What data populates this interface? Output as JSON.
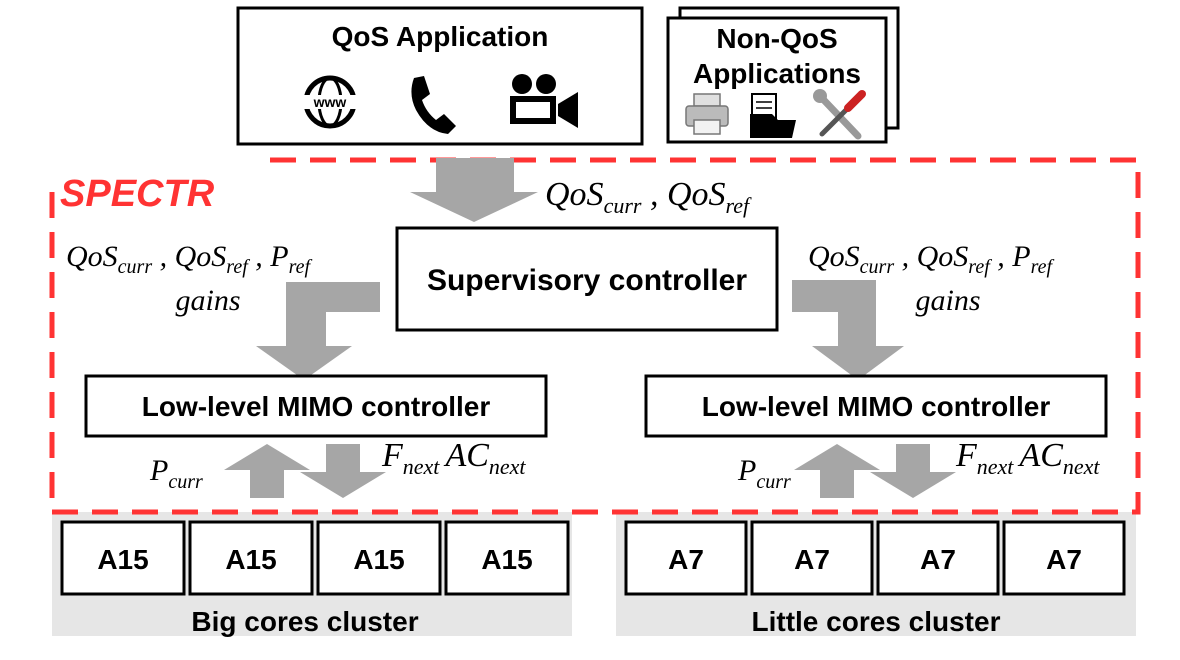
{
  "colors": {
    "box_border": "#000000",
    "arrow_fill": "#a6a6a6",
    "cluster_fill": "#e6e6e6",
    "spectr_red": "#ff3333",
    "icon_dark": "#000000",
    "icon_gray": "#999999"
  },
  "qos_app": {
    "title": "QoS Application",
    "icons": [
      "www-globe-icon",
      "phone-icon",
      "video-camera-icon"
    ]
  },
  "nonqos_app": {
    "title_line1": "Non-QoS",
    "title_line2": "Applications",
    "icons": [
      "printer-icon",
      "folder-documents-icon",
      "tools-icon"
    ]
  },
  "spectr": {
    "label": "SPECTR"
  },
  "top_signals": {
    "a_base": "QoS",
    "a_sub": "curr",
    "sep": " , ",
    "b_base": "QoS",
    "b_sub": "ref"
  },
  "supervisory": {
    "label": "Supervisory controller"
  },
  "left_signals": {
    "s1_base": "QoS",
    "s1_sub": "curr",
    "sep1": " , ",
    "s2_base": "QoS",
    "s2_sub": "ref",
    "sep2": " , ",
    "s3_base": "P",
    "s3_sub": "ref",
    "gains": "gains"
  },
  "right_signals": {
    "s1_base": "QoS",
    "s1_sub": "curr",
    "sep1": " , ",
    "s2_base": "QoS",
    "s2_sub": "ref",
    "sep2": " , ",
    "s3_base": "P",
    "s3_sub": "ref",
    "gains": "gains"
  },
  "mimo_left": {
    "label": "Low-level MIMO controller"
  },
  "mimo_right": {
    "label": "Low-level MIMO controller"
  },
  "feedback_left": {
    "p_base": "P",
    "p_sub": "curr",
    "f_base": "F",
    "f_sub": "next",
    "ac_base": "AC",
    "ac_sub": "next"
  },
  "feedback_right": {
    "p_base": "P",
    "p_sub": "curr",
    "f_base": "F",
    "f_sub": "next",
    "ac_base": "AC",
    "ac_sub": "next"
  },
  "big_cluster": {
    "label": "Big cores cluster",
    "cores": [
      "A15",
      "A15",
      "A15",
      "A15"
    ]
  },
  "little_cluster": {
    "label": "Little cores cluster",
    "cores": [
      "A7",
      "A7",
      "A7",
      "A7"
    ]
  }
}
